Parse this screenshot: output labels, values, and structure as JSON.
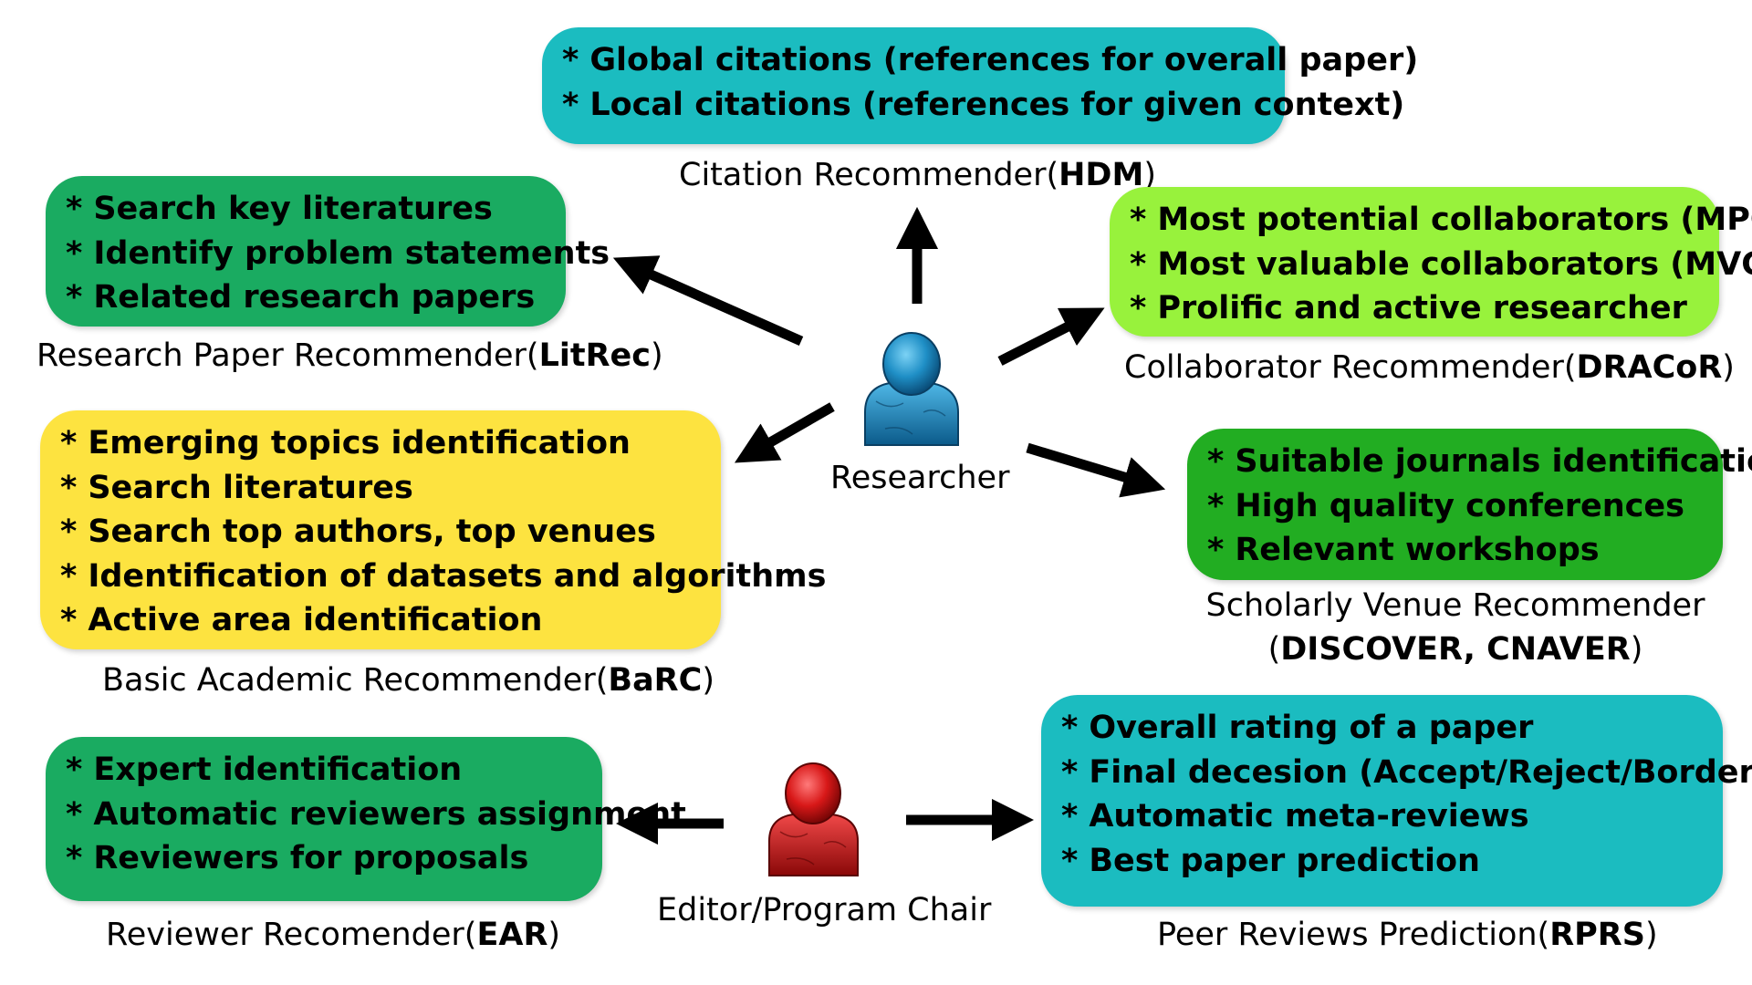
{
  "actors": {
    "researcher": "Researcher",
    "editor": "Editor/Program Chair"
  },
  "boxes": {
    "hdm": {
      "color": "#1bbcc0",
      "items": [
        "Global citations (references for overall paper)",
        "Local citations (references for given context)"
      ],
      "caption_text": "Citation Recommender(",
      "caption_acronym": "HDM",
      "caption_close": ")"
    },
    "litrec": {
      "color": "#1aab61",
      "items": [
        "Search key literatures",
        "Identify problem statements",
        "Related research papers"
      ],
      "caption_text": "Research Paper Recommender(",
      "caption_acronym": "LitRec",
      "caption_close": ")"
    },
    "dracor": {
      "color": "#98f23c",
      "items": [
        "Most potential collaborators (MPCs)",
        "Most valuable collaborators (MVCs)",
        "Prolific and active researcher"
      ],
      "caption_text": "Collaborator Recommender(",
      "caption_acronym": "DRACoR",
      "caption_close": ")"
    },
    "barc": {
      "color": "#fde340",
      "items": [
        "Emerging topics identification",
        "Search literatures",
        "Search top authors, top venues",
        "Identification of datasets and algorithms",
        "Active area identification"
      ],
      "caption_text": "Basic Academic Recommender(",
      "caption_acronym": "BaRC",
      "caption_close": ")"
    },
    "discover": {
      "color": "#22ad22",
      "items": [
        "Suitable journals identification",
        "High quality conferences",
        "Relevant workshops"
      ],
      "caption_line1": "Scholarly Venue Recommender",
      "caption_open": "(",
      "caption_acronym": "DISCOVER, CNAVER",
      "caption_close": ")"
    },
    "ear": {
      "color": "#1aab61",
      "items": [
        "Expert identification",
        "Automatic reviewers assignment",
        "Reviewers for proposals"
      ],
      "caption_text": "Reviewer Recomender(",
      "caption_acronym": "EAR",
      "caption_close": ")"
    },
    "rprs": {
      "color": "#1bbcc0",
      "items": [
        "Overall rating of a paper",
        "Final decesion (Accept/Reject/Borderline)",
        "Automatic meta-reviews",
        "Best paper prediction"
      ],
      "caption_text": "Peer Reviews Prediction(",
      "caption_acronym": "RPRS",
      "caption_close": ")"
    }
  },
  "bullet": "*",
  "icons": {
    "researcher": "person-icon-blue",
    "editor": "person-icon-red"
  }
}
